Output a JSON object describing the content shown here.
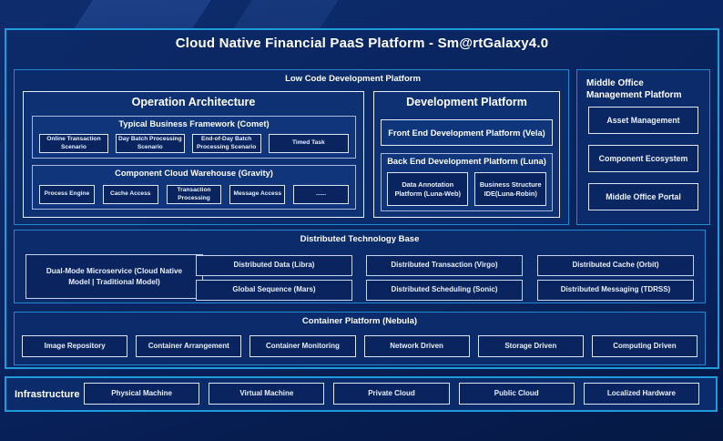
{
  "title": "Cloud Native Financial PaaS Platform - Sm@rtGalaxy4.0",
  "low_code": {
    "label": "Low Code Development Platform",
    "operation": {
      "title": "Operation Architecture",
      "comet": {
        "title": "Typical Business Framework (Comet)",
        "items": [
          "Online Transaction Scenario",
          "Day Batch Processing Scenario",
          "End-of-Day Batch Processing Scenario",
          "Timed Task"
        ]
      },
      "gravity": {
        "title": "Component Cloud Warehouse (Gravity)",
        "items": [
          "Process Engine",
          "Cache Access",
          "Transaction Processing",
          "Message Access",
          "......"
        ]
      }
    },
    "development": {
      "title": "Development Platform",
      "front_end": "Front End Development Platform (Vela)",
      "back_end": {
        "title": "Back End Development Platform (Luna)",
        "items": [
          "Data Annotation Platform (Luna-Web)",
          "Business Structure IDE(Luna-Robin)"
        ]
      }
    }
  },
  "middle_office": {
    "label": "Middle Office Management Platform",
    "items": [
      "Asset Management",
      "Component Ecosystem",
      "Middle Office Portal"
    ]
  },
  "distributed": {
    "label": "Distributed Technology Base",
    "dual_mode": "Dual-Mode Microservice (Cloud Native Model | Traditional Model)",
    "items": [
      "Distributed Data (Libra)",
      "Global Sequence (Mars)",
      "Distributed Transaction (Virgo)",
      "Distributed Scheduling (Sonic)",
      "Distributed Cache (Orbit)",
      "Distributed Messaging (TDRSS)"
    ]
  },
  "container_platform": {
    "label": "Container Platform (Nebula)",
    "items": [
      "Image Repository",
      "Container Arrangement",
      "Container Monitoring",
      "Network Driven",
      "Storage Driven",
      "Computing Driven"
    ]
  },
  "infrastructure": {
    "label": "Infrastructure",
    "items": [
      "Physical Machine",
      "Virtual Machine",
      "Private Cloud",
      "Public Cloud",
      "Localized Hardware"
    ]
  },
  "colors": {
    "background": "#0a2562",
    "frame_accent": "#1e9bdb",
    "box_border_light": "#dde6f6",
    "box_fill_dark": "#09245e",
    "text": "#ffffff"
  }
}
